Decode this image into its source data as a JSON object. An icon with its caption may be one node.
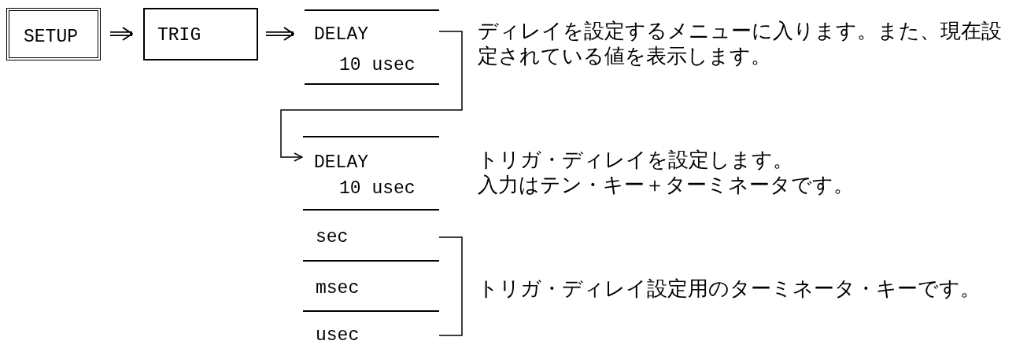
{
  "diagram": {
    "nodes": [
      {
        "text": [
          "SETUP"
        ]
      },
      {
        "text": [
          "TRIG"
        ]
      },
      {
        "text": [
          "DELAY",
          "10 usec"
        ],
        "beside": [
          "ディレイを設定するメニューに入ります。また、現在設定されている値を表示します。"
        ]
      },
      {
        "text": [
          "DELAY",
          "10 usec"
        ],
        "beside": [
          "トリガ・ディレイを設定します。",
          "入力はテン・キー＋ターミネータです。"
        ]
      },
      {
        "text": [
          "sec"
        ]
      },
      {
        "text": [
          "msec"
        ]
      },
      {
        "text": [
          "usec"
        ]
      }
    ],
    "edges": [
      {
        "from": 0,
        "to": 1,
        "arrow": "to"
      },
      {
        "from": 1,
        "to": 2,
        "arrow": "to"
      },
      {
        "from": 2,
        "to": 3,
        "arrow": "to"
      }
    ],
    "labels": [
      "トリガ・ディレイ設定用のターミネータ・キーです。"
    ]
  }
}
